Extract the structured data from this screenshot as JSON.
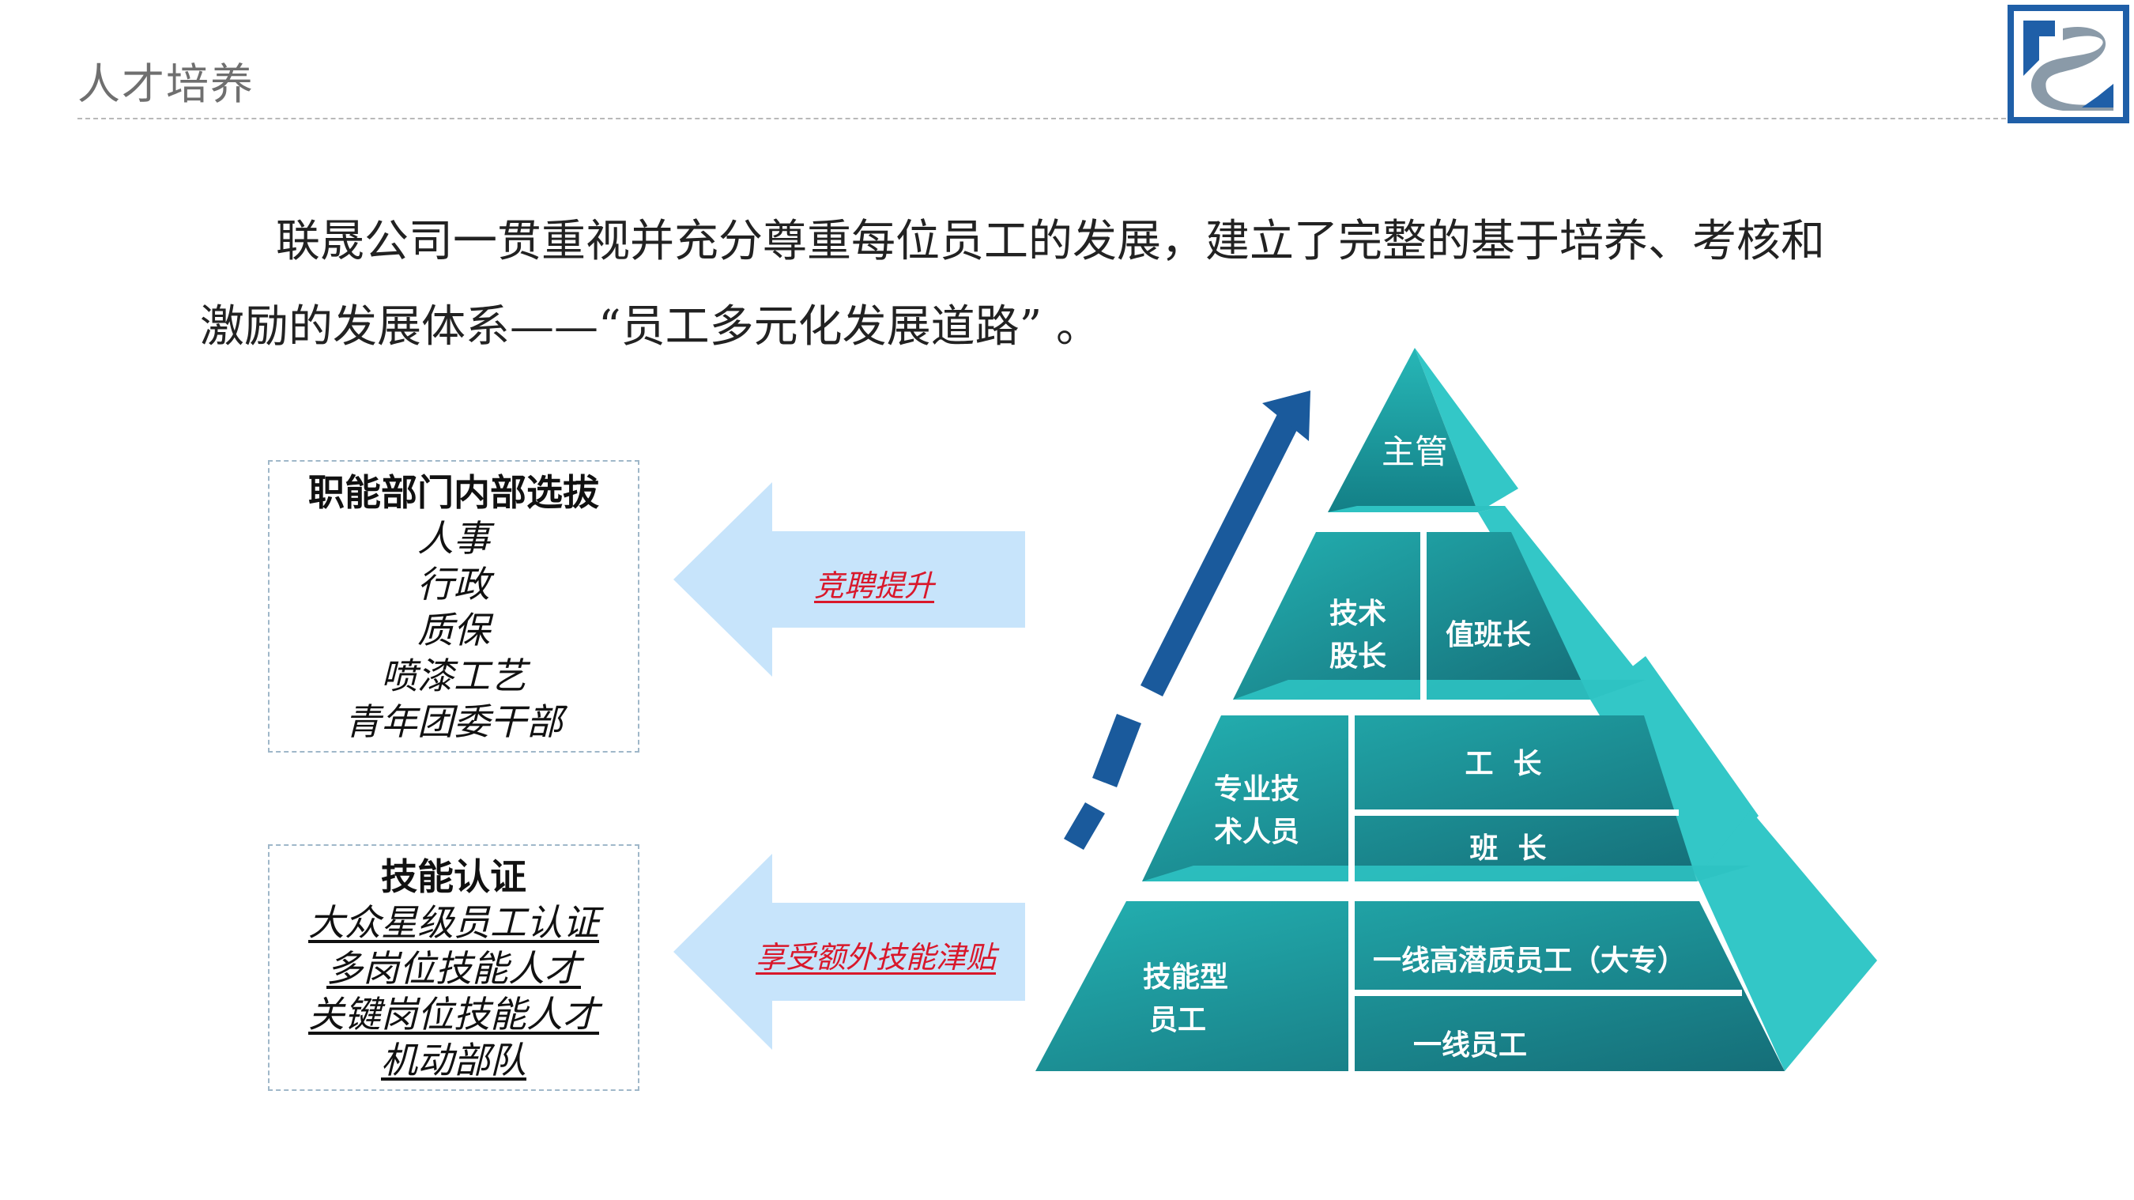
{
  "header": {
    "title": "人才培养"
  },
  "intro": {
    "line1": "联晟公司一贯重视并充分尊重每位员工的发展，建立了完整的基于培养、考核和",
    "line2": "激励的发展体系——“员工多元化发展道路” 。"
  },
  "box_internal": {
    "heading": "职能部门内部选拔",
    "items": [
      "人事",
      "行政",
      "质保",
      "喷漆工艺",
      "青年团委干部"
    ]
  },
  "box_skill": {
    "heading": "技能认证",
    "items": [
      "大众星级员工认证",
      "多岗位技能人才",
      "关键岗位技能人才",
      "机动部队"
    ]
  },
  "arrows": {
    "upper_label": "竞聘提升",
    "lower_label": "享受额外技能津贴"
  },
  "pyramid": {
    "top": "主管",
    "tier2_left_line1": "技术",
    "tier2_left_line2": "股长",
    "tier2_right": "值班长",
    "tier3_left_line1": "专业技",
    "tier3_left_line2": "术人员",
    "tier3_right_top": "工  长",
    "tier3_right_bottom": "班  长",
    "tier4_left_line1": "技能型",
    "tier4_left_line2": "员工",
    "tier4_right_top": "一线高潜质员工（大专）",
    "tier4_right_bottom": "一线员工"
  },
  "colors": {
    "pyramid_face": "#1aa6a8",
    "pyramid_side": "#33c7c7",
    "arrow_fill": "#c7e4fb",
    "progress_arrow": "#1a5a9c",
    "logo_blue": "#1f5fa8"
  }
}
